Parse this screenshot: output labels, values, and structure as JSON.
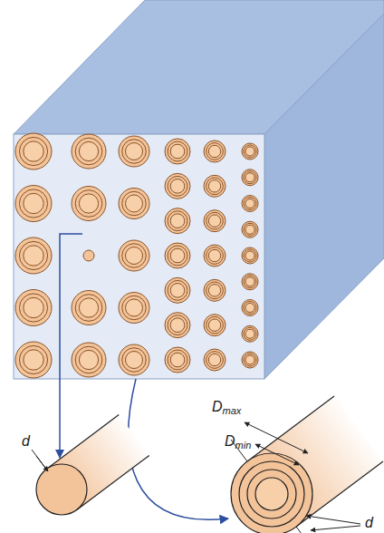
{
  "diagram": {
    "labels": [
      "Dmax",
      "Dmin",
      "d",
      "d"
    ]
  }
}
